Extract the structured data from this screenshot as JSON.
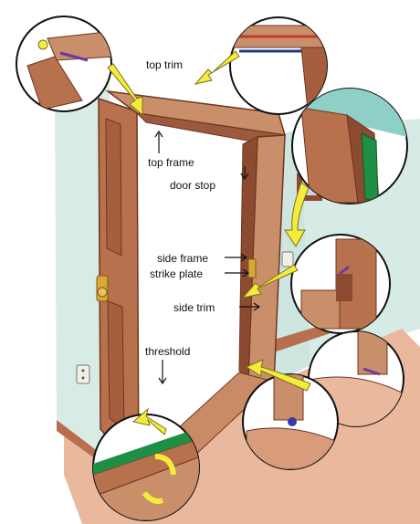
{
  "labels": {
    "top_trim": "top trim",
    "top_frame": "top frame",
    "door_stop": "door stop",
    "side_frame": "side frame",
    "strike_plate": "strike plate",
    "side_trim": "side trim",
    "threshold": "threshold"
  },
  "colors": {
    "wall": "#cfe8e3",
    "wood_light": "#c98f6a",
    "wood_dark": "#8c4a30",
    "floor": "#e7b59a",
    "callout_arrow": "#f4ec3a",
    "weatherstrip": "#1f8f45"
  },
  "icons": {
    "arrow": "callout-arrow-icon",
    "detail": "magnified-detail-circle"
  }
}
